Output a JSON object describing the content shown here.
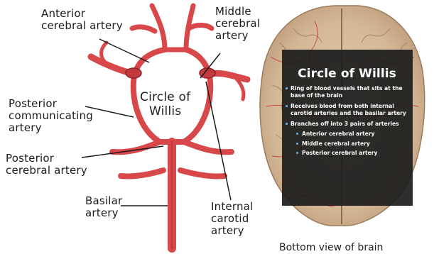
{
  "labels": {
    "anterior_cerebral_artery": "Anterior\ncerebral artery",
    "middle_cerebral_artery": "Middle\ncerebral\nartery",
    "posterior_communicating_artery": "Posterior\ncommunicating\nartery",
    "posterior_cerebral_artery": "Posterior\ncerebral artery",
    "basilar_artery": "Basilar\nartery",
    "internal_carotid_artery": "Internal\ncarotid\nartery",
    "circle_of_willis": "Circle of\nWillis"
  },
  "brain_caption": "Bottom view of brain",
  "overlay": {
    "title": "Circle of Willis",
    "bullets": [
      "Ring of blood vessels that sits at the base of the brain",
      "Receives blood from both internal carotid arteries and the basilar artery",
      "Branches off into 3 pairs of arteries"
    ],
    "sub_bullets": [
      "Anterior cerebral artery",
      "Middle cerebral artery",
      "Posterior cerebral artery"
    ]
  },
  "colors": {
    "artery": "#d8474a",
    "artery_dark": "#b42f33",
    "overlay_bg": "#1c1c1c",
    "bullet": "#5fb4e6",
    "brain": "#d9c2a4"
  }
}
